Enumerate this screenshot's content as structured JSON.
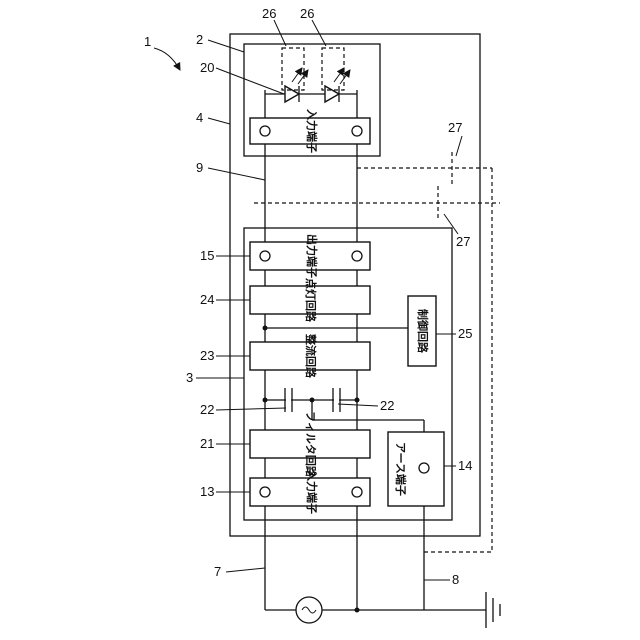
{
  "labels": {
    "input_terminal": "入力端子",
    "output_terminal": "出力端子",
    "lighting_circuit": "点灯回路",
    "rectifier_circuit": "整流回路",
    "filter_circuit": "フィルタ回路",
    "earth_terminal": "アース端子",
    "control_circuit": "制御回路"
  },
  "refs": {
    "r1": "1",
    "r2": "2",
    "r3": "3",
    "r4": "4",
    "r7": "7",
    "r8": "8",
    "r9": "9",
    "r13": "13",
    "r14": "14",
    "r15": "15",
    "r20": "20",
    "r21": "21",
    "r22a": "22",
    "r22b": "22",
    "r23": "23",
    "r24": "24",
    "r25": "25",
    "r26a": "26",
    "r26b": "26",
    "r27a": "27",
    "r27b": "27"
  }
}
